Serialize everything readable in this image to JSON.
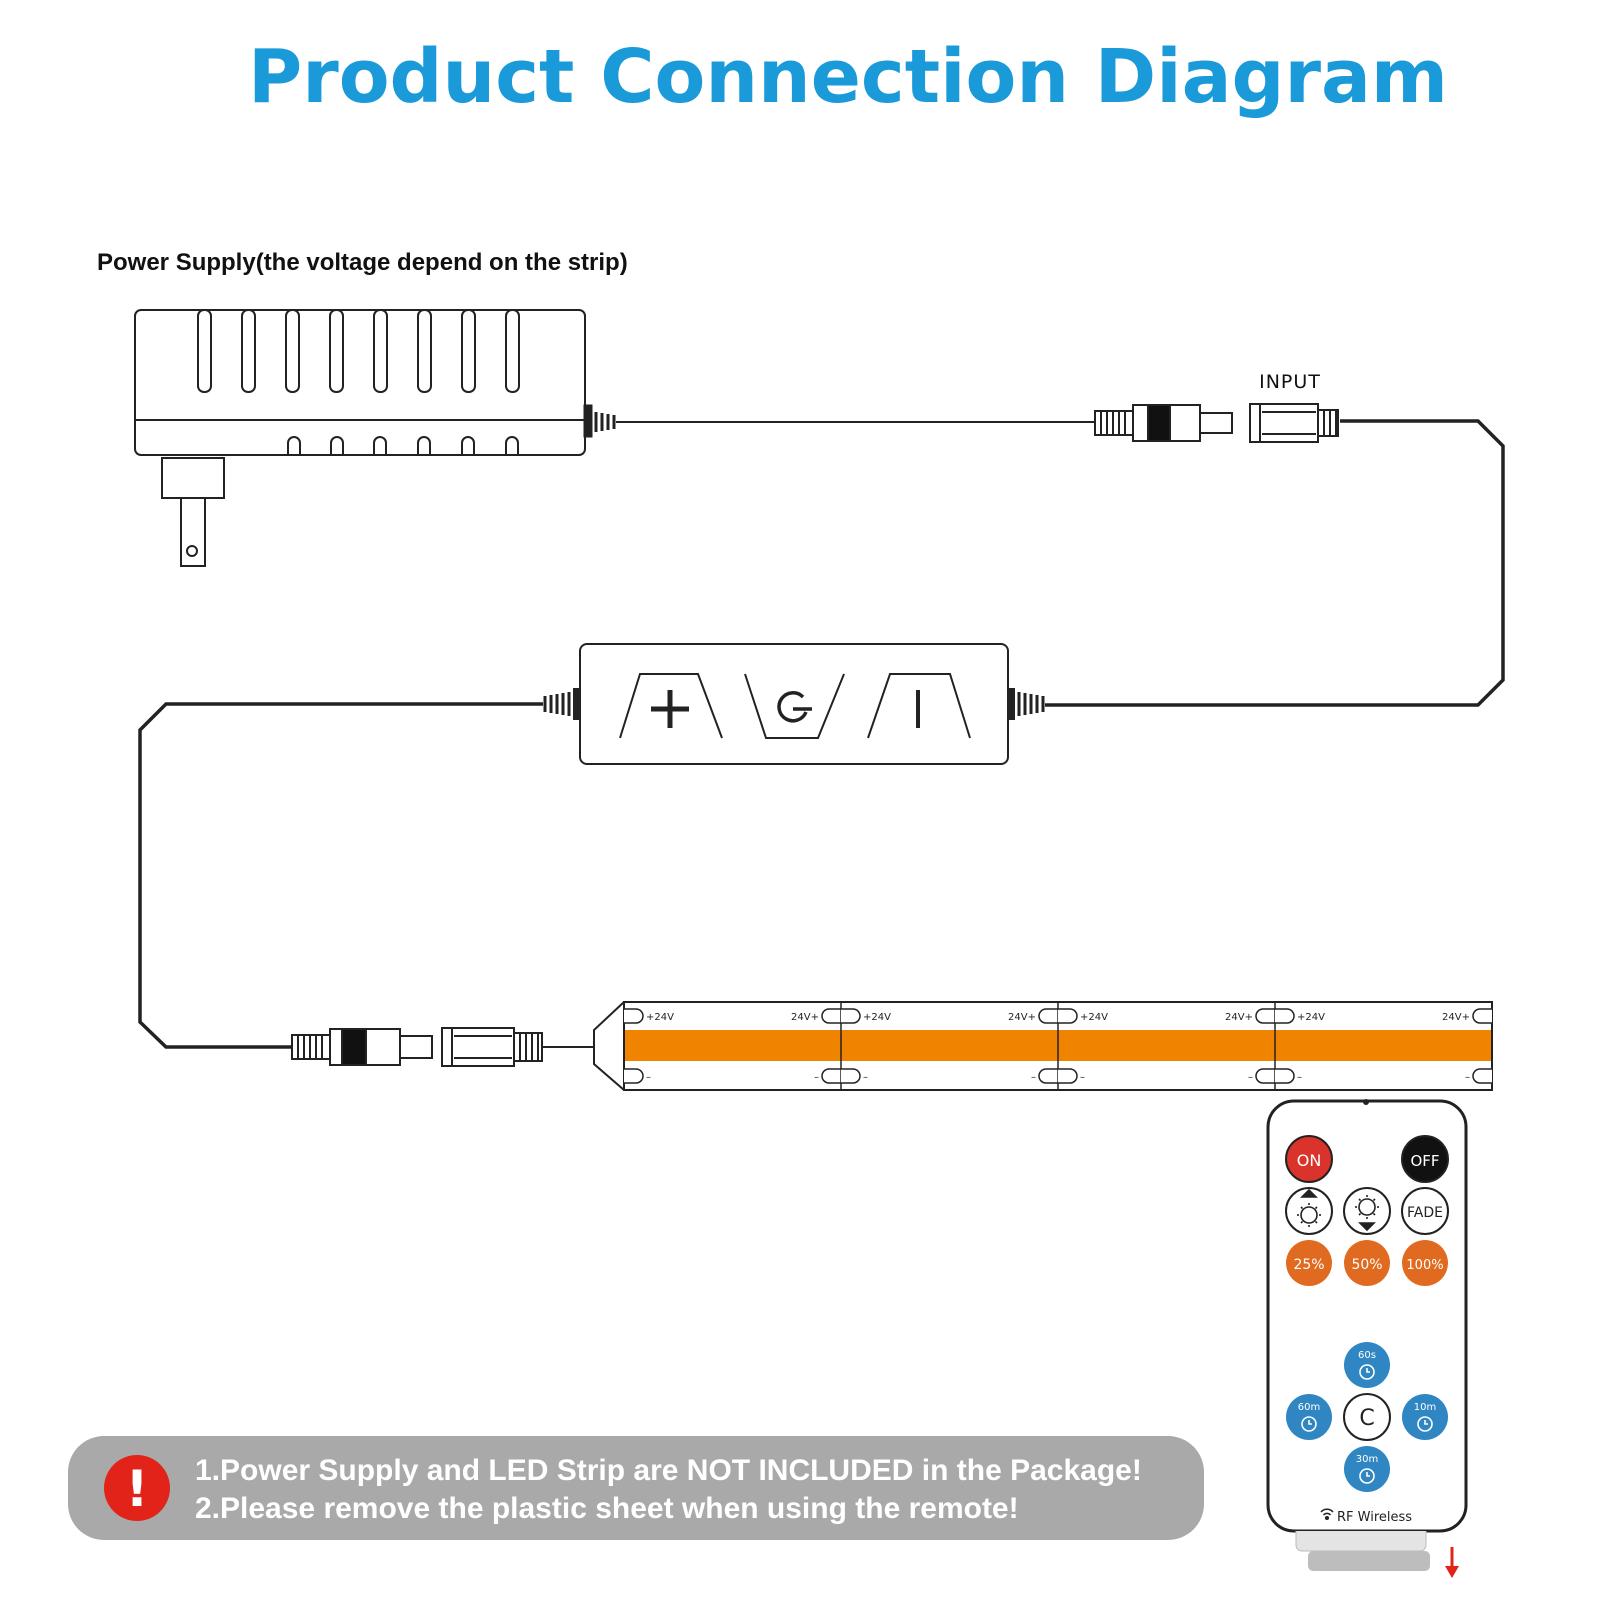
{
  "title": "Product Connection Diagram",
  "colors": {
    "title": "#1a9ad9",
    "strip_orange": "#f08300",
    "remote_on": "#d9332b",
    "remote_off": "#111111",
    "remote_pct": "#e06a1f",
    "remote_timer": "#2f86c2",
    "notice_bg": "#a9a9a9",
    "notice_icon": "#e2231a",
    "arrow": "#e2231a",
    "line": "#222222"
  },
  "power_supply": {
    "label": "Power Supply(the voltage depend on the strip)"
  },
  "input_label": "INPUT",
  "strip": {
    "segments": [
      {
        "left_plus": "+24V",
        "right_plus": "24V+",
        "left_minus": "–",
        "right_minus": "–"
      },
      {
        "left_plus": "+24V",
        "right_plus": "24V+",
        "left_minus": "–",
        "right_minus": "–"
      },
      {
        "left_plus": "+24V",
        "right_plus": "24V+",
        "left_minus": "–",
        "right_minus": "–"
      },
      {
        "left_plus": "+24V",
        "right_plus": "24V+",
        "left_minus": "–",
        "right_minus": "–"
      }
    ]
  },
  "controller": {
    "buttons": [
      "plus-icon",
      "power-icon",
      "bar-icon"
    ]
  },
  "remote": {
    "on": "ON",
    "off": "OFF",
    "fade": "FADE",
    "pct": [
      "25%",
      "50%",
      "100%"
    ],
    "timers": {
      "top": "60s",
      "left": "60m",
      "right": "10m",
      "bottom": "30m"
    },
    "center": "C",
    "footer": "RF Wireless",
    "icons": [
      "brightness-up-icon",
      "brightness-down-icon",
      "wifi-icon",
      "alarm-clock-icon"
    ]
  },
  "notice": {
    "icon": "!",
    "line1": "1.Power Supply and LED Strip are NOT INCLUDED in the Package!",
    "line2": "2.Please remove the plastic sheet when using the remote!"
  }
}
